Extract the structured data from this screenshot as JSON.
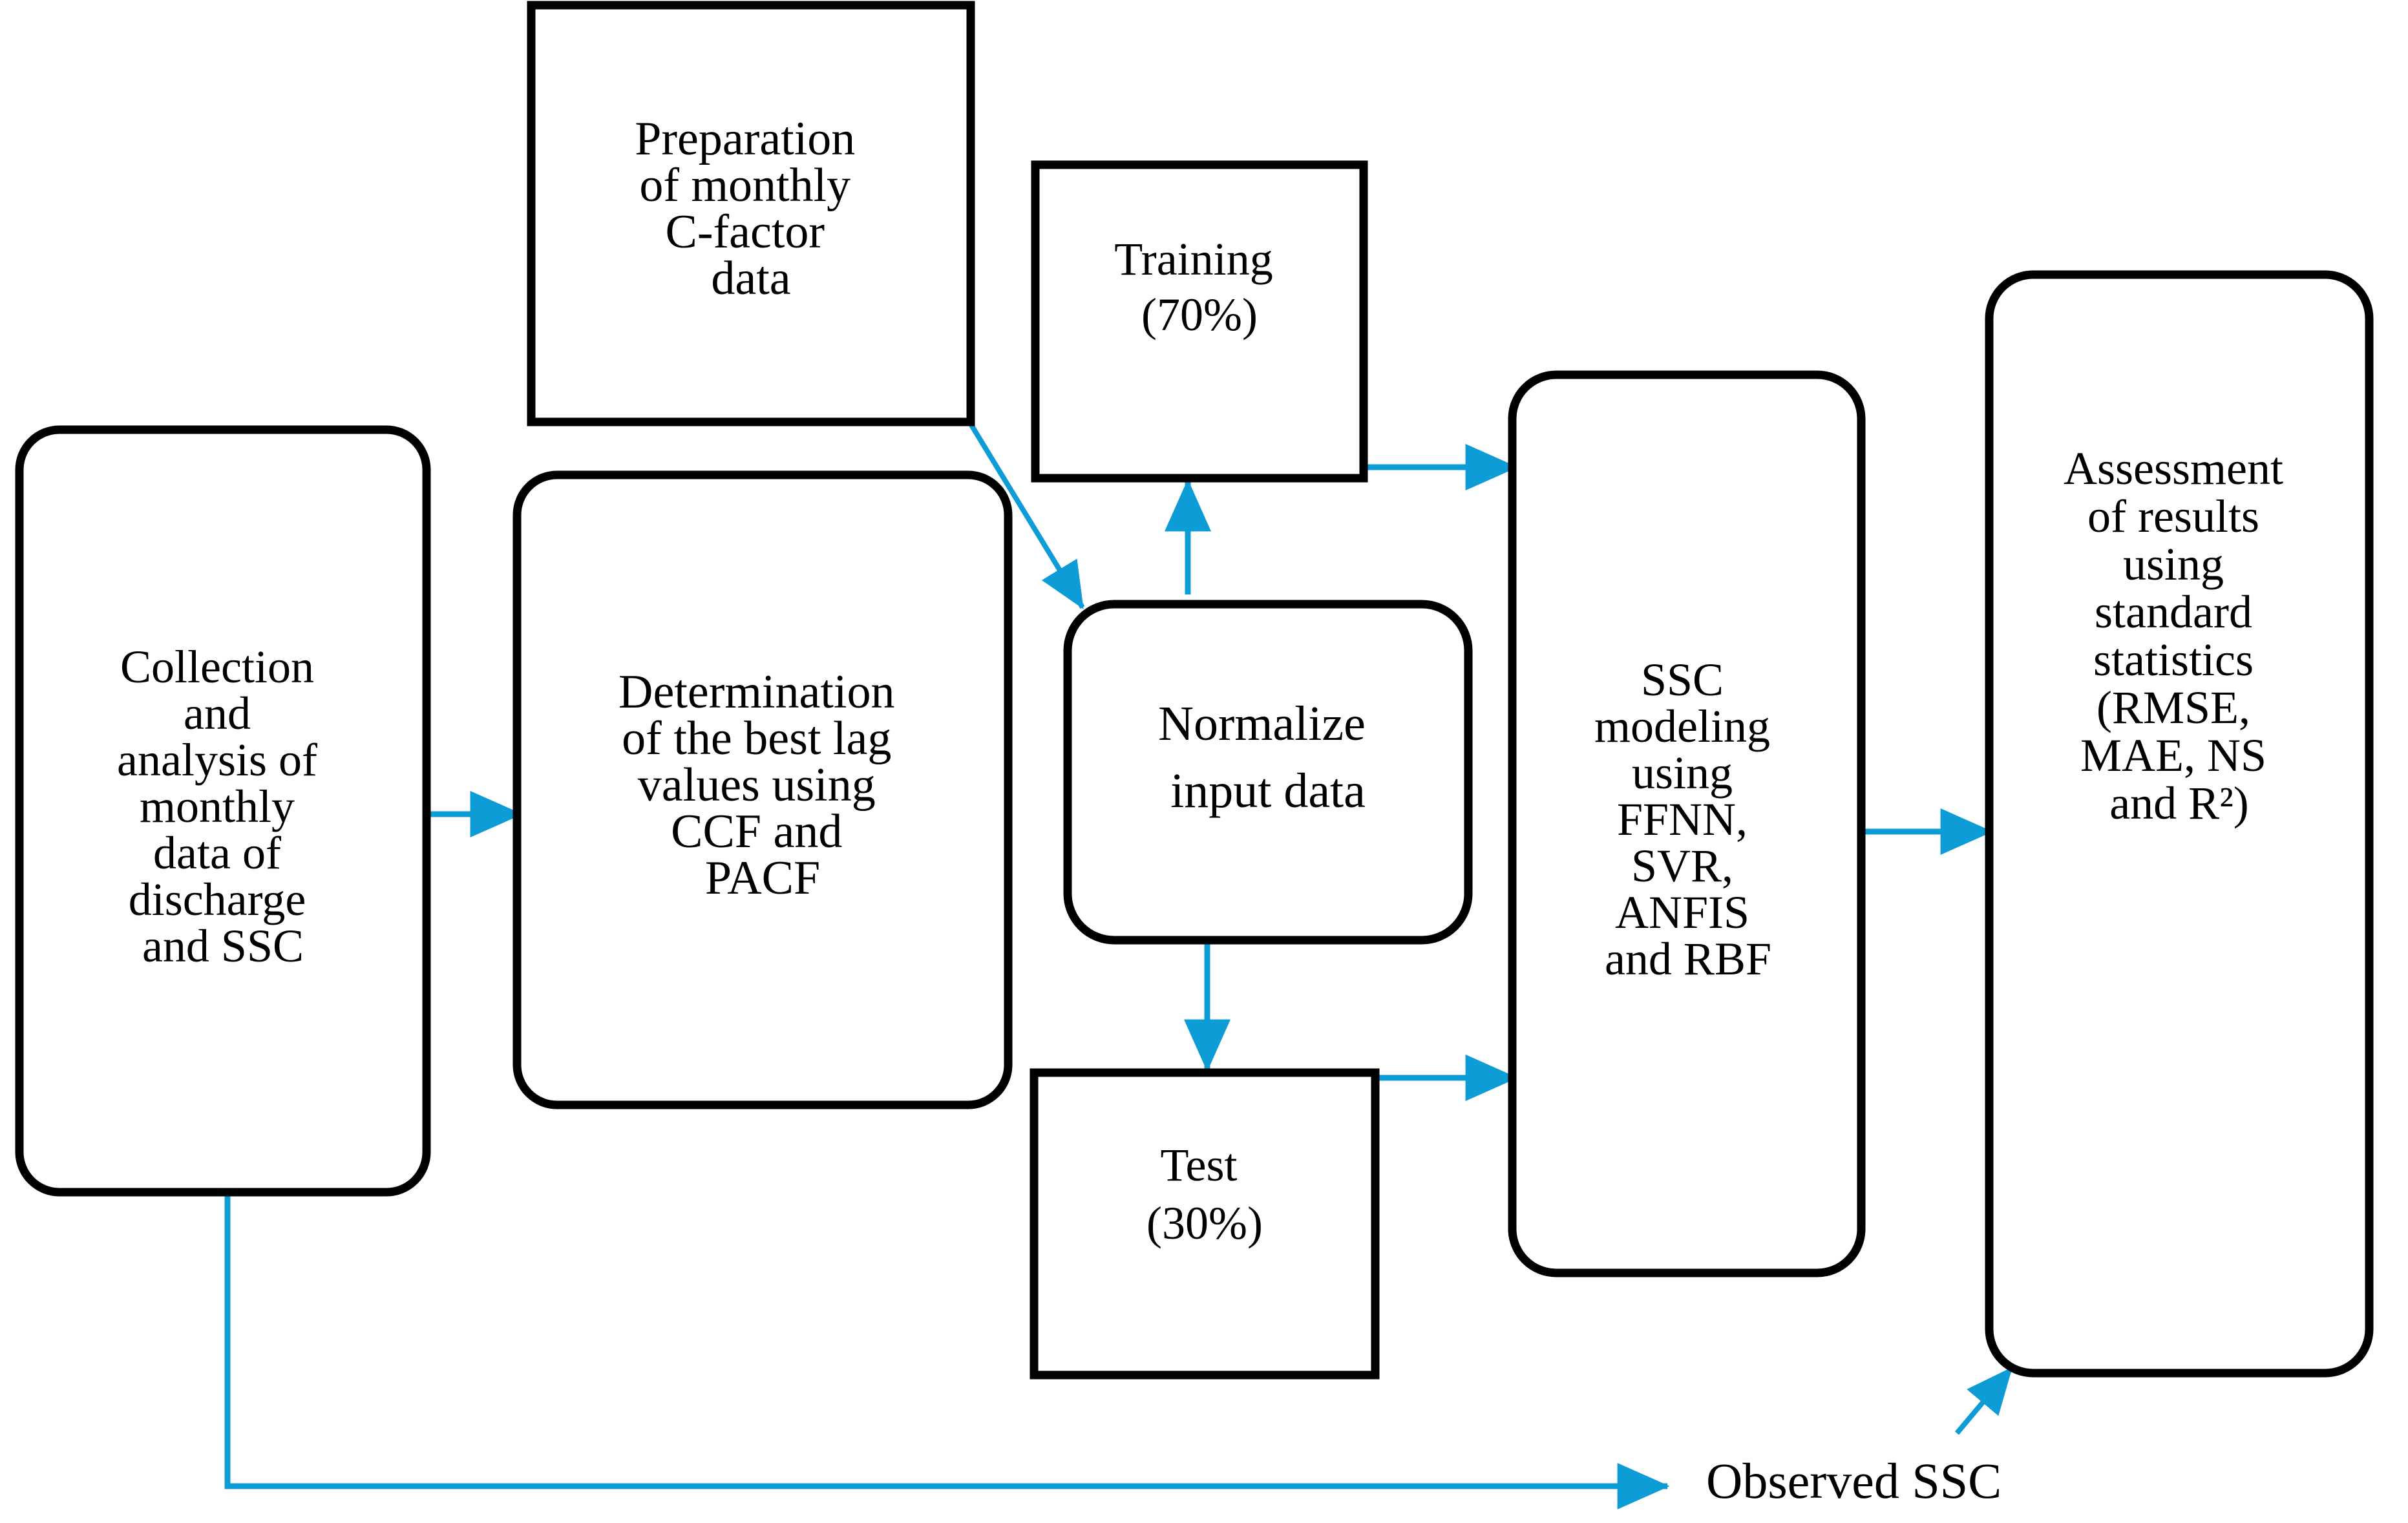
{
  "diagram": {
    "title": "SSC modeling methodology flowchart",
    "colors": {
      "arrow": "#0e9cd6",
      "box_border": "#000000",
      "box_fill": "#ffffff",
      "text": "#000000",
      "background": "#ffffff"
    },
    "nodes": [
      {
        "id": "collection",
        "shape": "rounded-rect",
        "lines": [
          "Collection",
          "and",
          "analysis of",
          "monthly",
          "data of",
          "discharge",
          "and SSC"
        ]
      },
      {
        "id": "cfactor",
        "shape": "rect",
        "lines": [
          "Preparation",
          "of monthly",
          "C-factor",
          "data"
        ]
      },
      {
        "id": "determination",
        "shape": "rounded-rect",
        "lines": [
          "Determination",
          "of the best lag",
          "values using",
          "CCF and",
          "PACF"
        ]
      },
      {
        "id": "training",
        "shape": "rect",
        "lines": [
          "Training",
          "(70%)"
        ]
      },
      {
        "id": "normalize",
        "shape": "rounded-rect",
        "lines": [
          "Normalize",
          "input data"
        ]
      },
      {
        "id": "test",
        "shape": "rect",
        "lines": [
          "Test",
          "(30%)"
        ]
      },
      {
        "id": "modeling",
        "shape": "rounded-rect",
        "lines": [
          "SSC",
          "modeling",
          "using",
          "FFNN,",
          "SVR,",
          "ANFIS",
          "and RBF"
        ]
      },
      {
        "id": "assessment",
        "shape": "rounded-rect",
        "lines": [
          "Assessment",
          "of results",
          "using",
          "standard",
          "statistics",
          "(RMSE,",
          "MAE, NS",
          "and R²)"
        ]
      }
    ],
    "free_labels": [
      {
        "id": "observed-ssc",
        "text": "Observed SSC"
      }
    ],
    "edges": [
      {
        "id": "collection-to-determination",
        "from": "collection",
        "to": "determination",
        "style": "straight-horizontal"
      },
      {
        "id": "cfactor-to-normalize",
        "from": "cfactor",
        "to": "normalize",
        "style": "diagonal"
      },
      {
        "id": "normalize-to-training",
        "from": "normalize",
        "to": "training",
        "style": "straight-vertical-up"
      },
      {
        "id": "normalize-to-test",
        "from": "normalize",
        "to": "test",
        "style": "straight-vertical-down"
      },
      {
        "id": "training-to-modeling",
        "from": "training",
        "to": "modeling",
        "style": "straight-horizontal"
      },
      {
        "id": "test-to-modeling",
        "from": "test",
        "to": "modeling",
        "style": "straight-horizontal"
      },
      {
        "id": "modeling-to-assessment",
        "from": "modeling",
        "to": "assessment",
        "style": "straight-horizontal"
      },
      {
        "id": "collection-to-observed-ssc",
        "from": "collection",
        "to": "observed-ssc",
        "style": "elbow-down-right"
      },
      {
        "id": "observed-ssc-to-assessment",
        "from": "observed-ssc",
        "to": "assessment",
        "style": "diagonal-up"
      }
    ]
  }
}
